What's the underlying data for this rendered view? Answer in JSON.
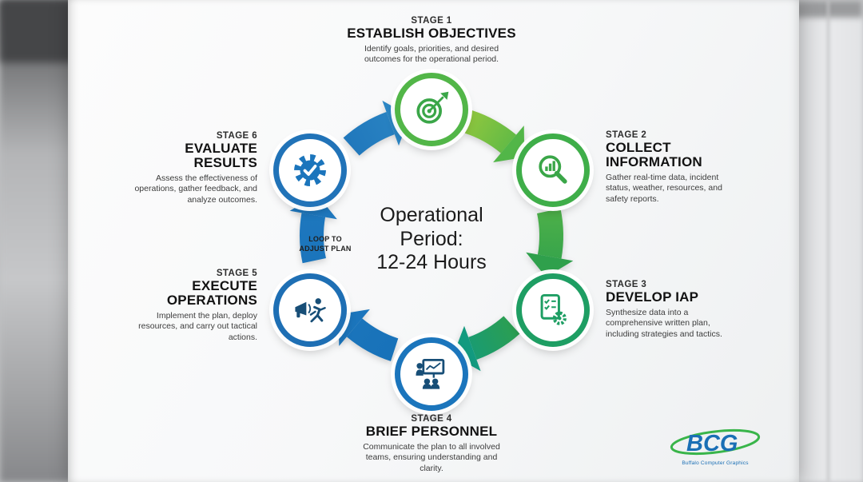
{
  "poster": {
    "center_text": {
      "line1": "Operational",
      "line2": "Period:",
      "line3": "12-24 Hours"
    },
    "loop_label": {
      "line1": "LOOP TO",
      "line2": "ADJUST PLAN"
    },
    "stages": [
      {
        "label": "STAGE 1",
        "title": "ESTABLISH OBJECTIVES",
        "description": "Identify goals, priorities, and desired outcomes for the operational period.",
        "icon": "target-arrow-icon",
        "accent": "#52b648"
      },
      {
        "label": "STAGE 2",
        "title": "COLLECT\nINFORMATION",
        "description": "Gather real-time data, incident status, weather, resources, and safety reports.",
        "icon": "chart-magnifier-icon",
        "accent": "#3fae49"
      },
      {
        "label": "STAGE 3",
        "title": "DEVELOP IAP",
        "description": "Synthesize data into a comprehensive written plan, including strategies and tactics.",
        "icon": "document-gear-icon",
        "accent": "#1e9e63"
      },
      {
        "label": "STAGE 4",
        "title": "BRIEF PERSONNEL",
        "description": "Communicate the plan to all involved teams, ensuring understanding and clarity.",
        "icon": "presentation-icon",
        "accent": "#1b75bc"
      },
      {
        "label": "STAGE 5",
        "title": "EXECUTE\nOPERATIONS",
        "description": "Implement the plan, deploy resources, and carry out tactical actions.",
        "icon": "megaphone-runner-icon",
        "accent": "#1e6fb4"
      },
      {
        "label": "STAGE 6",
        "title": "EVALUATE\nRESULTS",
        "description": "Assess the effectiveness of operations, gather feedback, and analyze outcomes.",
        "icon": "gear-check-icon",
        "accent": "#2173b8"
      }
    ],
    "cycle_colors": {
      "green_light": "#8dc63f",
      "green": "#2fa04c",
      "teal": "#129a7f",
      "blue": "#1b75bc"
    },
    "logo": {
      "name": "BCG",
      "subtext": "Buffalo Computer Graphics",
      "brand_blue": "#1a6fb5",
      "brand_green": "#39b54a"
    }
  }
}
